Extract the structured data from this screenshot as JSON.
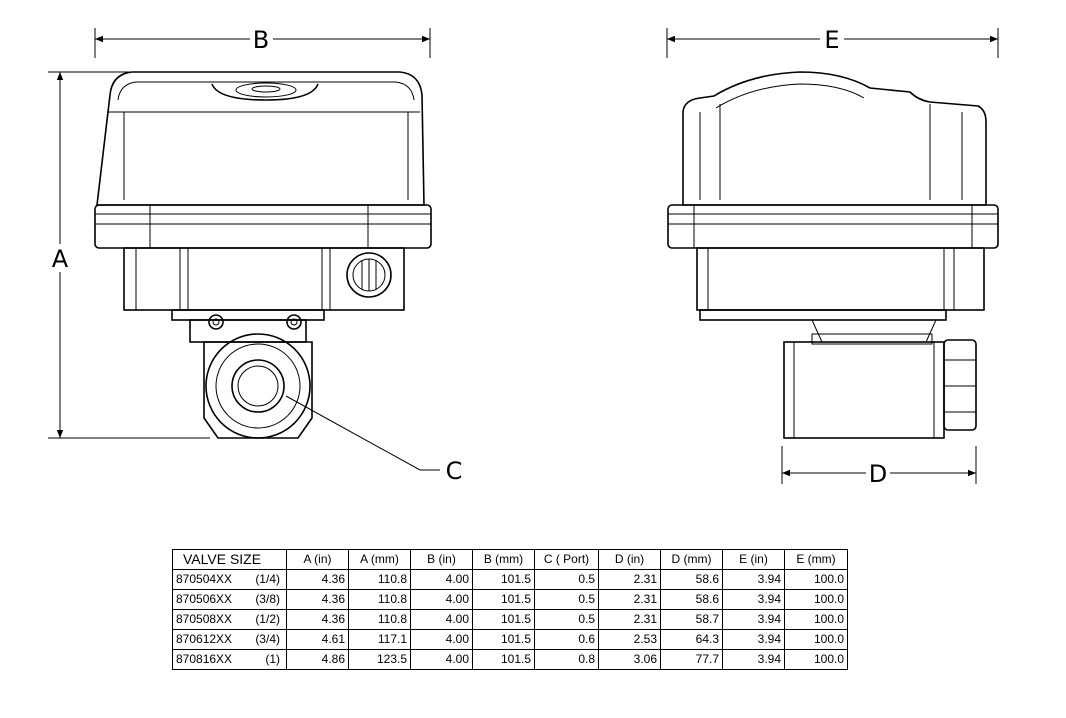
{
  "dimension_labels": {
    "a": "A",
    "b": "B",
    "c": "C",
    "d": "D",
    "e": "E"
  },
  "table": {
    "headers": [
      "VALVE SIZE",
      "A (in)",
      "A (mm)",
      "B (in)",
      "B (mm)",
      "C ( Port)",
      "D (in)",
      "D (mm)",
      "E (in)",
      "E (mm)"
    ],
    "rows": [
      {
        "model": "870504XX",
        "size": "(1/4)",
        "values": [
          "4.36",
          "110.8",
          "4.00",
          "101.5",
          "0.5",
          "2.31",
          "58.6",
          "3.94",
          "100.0"
        ]
      },
      {
        "model": "870506XX",
        "size": "(3/8)",
        "values": [
          "4.36",
          "110.8",
          "4.00",
          "101.5",
          "0.5",
          "2.31",
          "58.6",
          "3.94",
          "100.0"
        ]
      },
      {
        "model": "870508XX",
        "size": "(1/2)",
        "values": [
          "4.36",
          "110.8",
          "4.00",
          "101.5",
          "0.5",
          "2.31",
          "58.7",
          "3.94",
          "100.0"
        ]
      },
      {
        "model": "870612XX",
        "size": "(3/4)",
        "values": [
          "4.61",
          "117.1",
          "4.00",
          "101.5",
          "0.6",
          "2.53",
          "64.3",
          "3.94",
          "100.0"
        ]
      },
      {
        "model": "870816XX",
        "size": "(1)",
        "values": [
          "4.86",
          "123.5",
          "4.00",
          "101.5",
          "0.8",
          "3.06",
          "77.7",
          "3.94",
          "100.0"
        ]
      }
    ]
  }
}
